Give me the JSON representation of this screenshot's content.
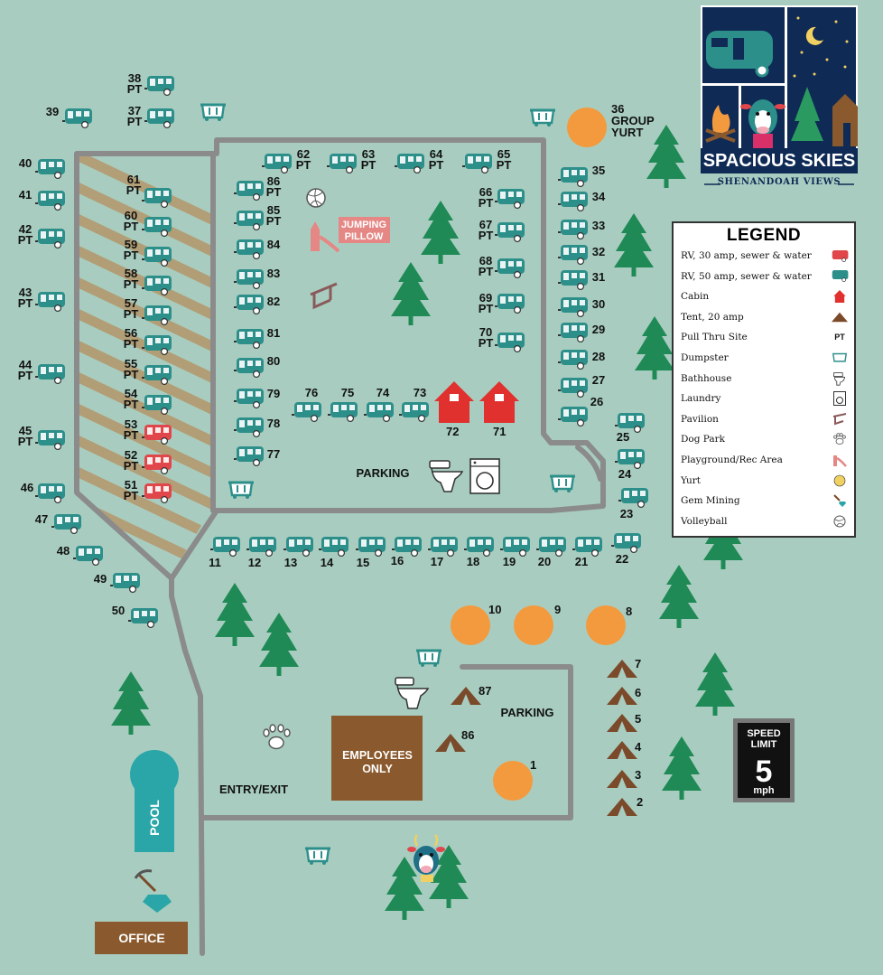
{
  "colors": {
    "background": "#a8cdc0",
    "road": "#8b8b8b",
    "rv_30": "#e0464a",
    "rv_50": "#2d8f8a",
    "tent": "#7a4a2a",
    "cabin": "#e0312f",
    "yurt": "#f39a3e",
    "tree": "#1f8a55",
    "pull_thru_stripe": "#b39a6f",
    "building": "#8a5a2e",
    "pool": "#2aa6a8"
  },
  "logo": {
    "name": "SPACIOUS SKIES",
    "tagline": "SHENANDOAH VIEWS"
  },
  "legend": {
    "title": "LEGEND",
    "items": [
      {
        "label": "RV, 30 amp, sewer & water",
        "icon": "rv-30-icon"
      },
      {
        "label": "RV, 50 amp, sewer & water",
        "icon": "rv-50-icon"
      },
      {
        "label": "Cabin",
        "icon": "cabin-icon"
      },
      {
        "label": "Tent, 20 amp",
        "icon": "tent-icon"
      },
      {
        "label": "Pull Thru Site",
        "icon": "pt-text",
        "symbol": "PT"
      },
      {
        "label": "Dumpster",
        "icon": "dumpster-icon"
      },
      {
        "label": "Bathhouse",
        "icon": "toilet-icon"
      },
      {
        "label": "Laundry",
        "icon": "washer-icon"
      },
      {
        "label": "Pavilion",
        "icon": "pavilion-icon"
      },
      {
        "label": "Dog Park",
        "icon": "paw-icon"
      },
      {
        "label": "Playground/Rec Area",
        "icon": "slide-icon"
      },
      {
        "label": "Yurt",
        "icon": "yurt-icon"
      },
      {
        "label": "Gem Mining",
        "icon": "gem-icon"
      },
      {
        "label": "Volleyball",
        "icon": "volleyball-icon"
      }
    ]
  },
  "labels": {
    "jumping_pillow": "JUMPING PILLOW",
    "parking_1": "PARKING",
    "parking_2": "PARKING",
    "employees_only": "EMPLOYEES ONLY",
    "entry_exit": "ENTRY/EXIT",
    "pool": "POOL",
    "office": "OFFICE",
    "group_yurt": "36 GROUP YURT",
    "speed_limit_top": "SPEED LIMIT",
    "speed_limit_value": "5",
    "speed_limit_unit": "mph"
  },
  "sites": {
    "rv": [
      {
        "num": "38",
        "pt": "PT",
        "type": "50"
      },
      {
        "num": "37",
        "pt": "PT",
        "type": "50"
      },
      {
        "num": "39",
        "pt": "",
        "type": "50"
      },
      {
        "num": "40",
        "pt": "",
        "type": "50"
      },
      {
        "num": "41",
        "pt": "",
        "type": "50"
      },
      {
        "num": "42",
        "pt": "PT",
        "type": "50"
      },
      {
        "num": "43",
        "pt": "PT",
        "type": "50"
      },
      {
        "num": "44",
        "pt": "PT",
        "type": "50"
      },
      {
        "num": "45",
        "pt": "PT",
        "type": "50"
      },
      {
        "num": "46",
        "pt": "",
        "type": "50"
      },
      {
        "num": "47",
        "pt": "",
        "type": "50"
      },
      {
        "num": "48",
        "pt": "",
        "type": "50"
      },
      {
        "num": "49",
        "pt": "",
        "type": "50"
      },
      {
        "num": "50",
        "pt": "",
        "type": "50"
      },
      {
        "num": "61",
        "pt": "PT",
        "type": "50"
      },
      {
        "num": "60",
        "pt": "PT",
        "type": "50"
      },
      {
        "num": "59",
        "pt": "PT",
        "type": "50"
      },
      {
        "num": "58",
        "pt": "PT",
        "type": "50"
      },
      {
        "num": "57",
        "pt": "PT",
        "type": "50"
      },
      {
        "num": "56",
        "pt": "PT",
        "type": "50"
      },
      {
        "num": "55",
        "pt": "PT",
        "type": "50"
      },
      {
        "num": "54",
        "pt": "PT",
        "type": "50"
      },
      {
        "num": "53",
        "pt": "PT",
        "type": "30"
      },
      {
        "num": "52",
        "pt": "PT",
        "type": "30"
      },
      {
        "num": "51",
        "pt": "PT",
        "type": "30"
      },
      {
        "num": "62",
        "pt": "PT",
        "type": "50"
      },
      {
        "num": "63",
        "pt": "PT",
        "type": "50"
      },
      {
        "num": "64",
        "pt": "PT",
        "type": "50"
      },
      {
        "num": "65",
        "pt": "PT",
        "type": "50"
      },
      {
        "num": "86",
        "pt": "PT",
        "type": "50"
      },
      {
        "num": "85",
        "pt": "PT",
        "type": "50"
      },
      {
        "num": "84",
        "pt": "",
        "type": "50"
      },
      {
        "num": "83",
        "pt": "",
        "type": "50"
      },
      {
        "num": "82",
        "pt": "",
        "type": "50"
      },
      {
        "num": "81",
        "pt": "",
        "type": "50"
      },
      {
        "num": "80",
        "pt": "",
        "type": "50"
      },
      {
        "num": "79",
        "pt": "",
        "type": "50"
      },
      {
        "num": "78",
        "pt": "",
        "type": "50"
      },
      {
        "num": "77",
        "pt": "",
        "type": "50"
      },
      {
        "num": "66",
        "pt": "PT",
        "type": "50"
      },
      {
        "num": "67",
        "pt": "PT",
        "type": "50"
      },
      {
        "num": "68",
        "pt": "PT",
        "type": "50"
      },
      {
        "num": "69",
        "pt": "PT",
        "type": "50"
      },
      {
        "num": "70",
        "pt": "PT",
        "type": "50"
      },
      {
        "num": "76",
        "pt": "",
        "type": "50"
      },
      {
        "num": "75",
        "pt": "",
        "type": "50"
      },
      {
        "num": "74",
        "pt": "",
        "type": "50"
      },
      {
        "num": "73",
        "pt": "",
        "type": "50"
      },
      {
        "num": "35",
        "pt": "",
        "type": "50"
      },
      {
        "num": "34",
        "pt": "",
        "type": "50"
      },
      {
        "num": "33",
        "pt": "",
        "type": "50"
      },
      {
        "num": "32",
        "pt": "",
        "type": "50"
      },
      {
        "num": "31",
        "pt": "",
        "type": "50"
      },
      {
        "num": "30",
        "pt": "",
        "type": "50"
      },
      {
        "num": "29",
        "pt": "",
        "type": "50"
      },
      {
        "num": "28",
        "pt": "",
        "type": "50"
      },
      {
        "num": "27",
        "pt": "",
        "type": "50"
      },
      {
        "num": "26",
        "pt": "",
        "type": "50"
      },
      {
        "num": "25",
        "pt": "",
        "type": "50"
      },
      {
        "num": "24",
        "pt": "",
        "type": "50"
      },
      {
        "num": "23",
        "pt": "",
        "type": "50"
      },
      {
        "num": "22",
        "pt": "",
        "type": "50"
      },
      {
        "num": "21",
        "pt": "",
        "type": "50"
      },
      {
        "num": "20",
        "pt": "",
        "type": "50"
      },
      {
        "num": "19",
        "pt": "",
        "type": "50"
      },
      {
        "num": "18",
        "pt": "",
        "type": "50"
      },
      {
        "num": "17",
        "pt": "",
        "type": "50"
      },
      {
        "num": "16",
        "pt": "",
        "type": "50"
      },
      {
        "num": "15",
        "pt": "",
        "type": "50"
      },
      {
        "num": "14",
        "pt": "",
        "type": "50"
      },
      {
        "num": "13",
        "pt": "",
        "type": "50"
      },
      {
        "num": "12",
        "pt": "",
        "type": "50"
      },
      {
        "num": "11",
        "pt": "",
        "type": "50"
      }
    ],
    "cabins": [
      "72",
      "71"
    ],
    "yurts": [
      "10",
      "9",
      "8",
      "1"
    ],
    "tents": [
      "87",
      "86",
      "7",
      "6",
      "5",
      "4",
      "3",
      "2"
    ]
  }
}
